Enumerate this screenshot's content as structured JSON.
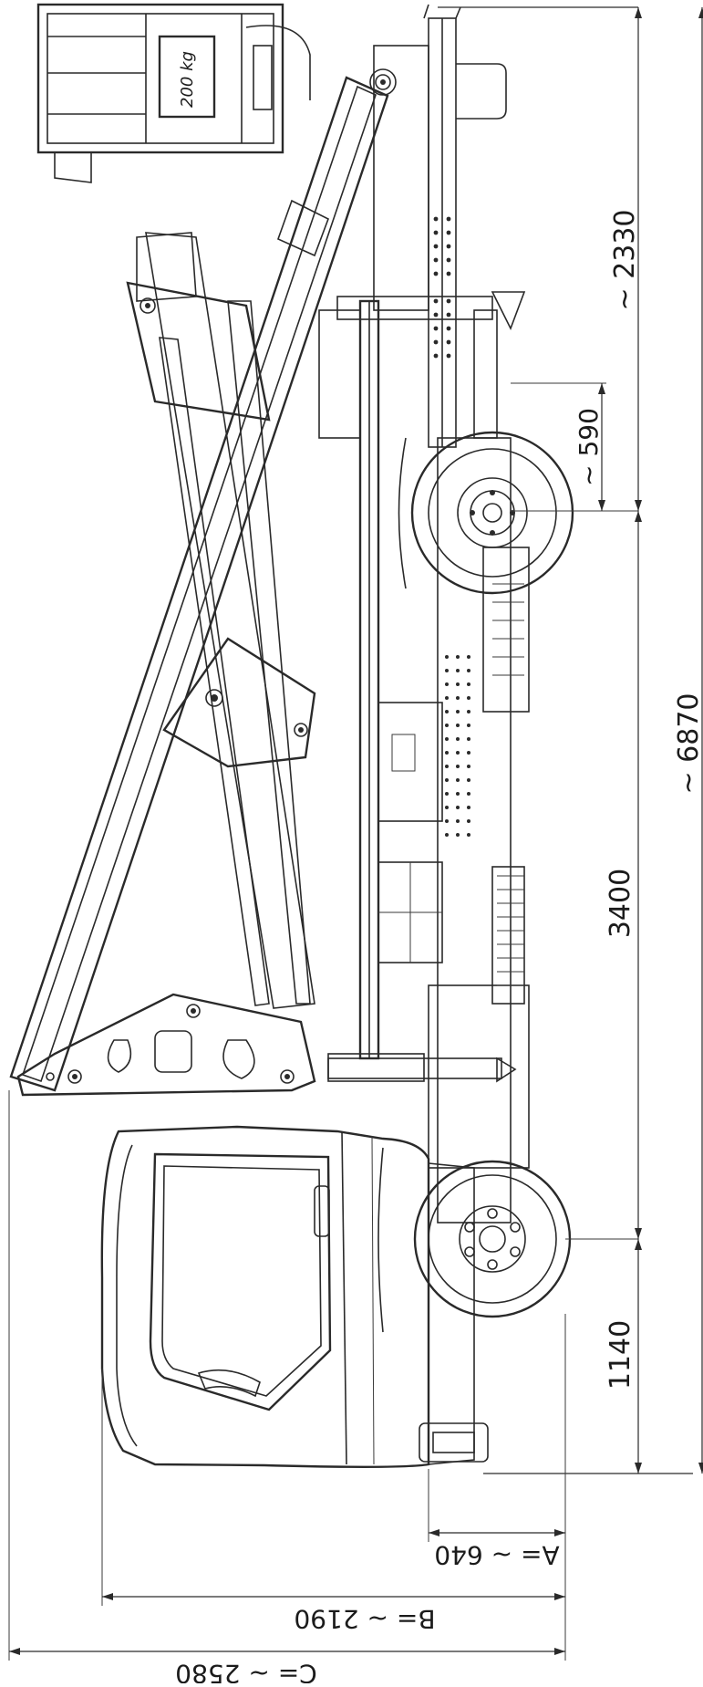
{
  "drawing": {
    "platform_load": "200 kg",
    "dimensions": {
      "height_2330": "~ 2330",
      "height_590": "~ 590",
      "total_6870": "~ 6870",
      "wheelbase_3400": "3400",
      "front_overhang_1140": "1140",
      "width_a": "A= ~ 640",
      "width_b": "B= ~ 2190",
      "width_c": "C= ~ 2580"
    }
  }
}
